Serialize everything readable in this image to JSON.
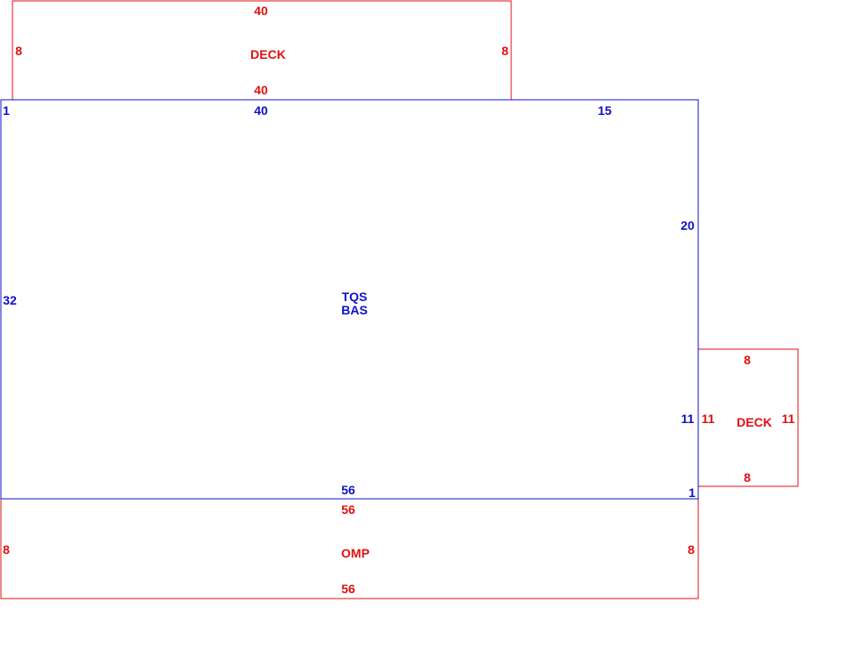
{
  "colors": {
    "main_area": "#1010c8",
    "addition": "#e01010"
  },
  "main_area": {
    "name_line1": "TQS",
    "name_line2": "BAS",
    "top": "40",
    "right_upper": "20",
    "right_lower": "11",
    "left": "32",
    "bottom": "56",
    "jog": "15",
    "corner_start": "1",
    "corner_end": "1"
  },
  "deck_top": {
    "name": "DECK",
    "top": "40",
    "bottom": "40",
    "left": "8",
    "right": "8"
  },
  "deck_right": {
    "name": "DECK",
    "top": "8",
    "bottom": "8",
    "left": "11",
    "right": "11"
  },
  "omp_bottom": {
    "name": "OMP",
    "top": "56",
    "bottom": "56",
    "left": "8",
    "right": "8"
  }
}
